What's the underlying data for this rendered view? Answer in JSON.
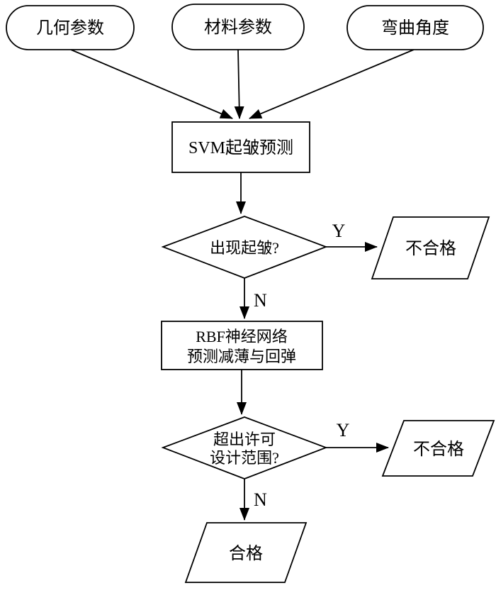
{
  "diagram": {
    "inputs": {
      "geometry": "几何参数",
      "material": "材料参数",
      "bend_angle": "弯曲角度"
    },
    "process": {
      "svm": "SVM起皱预测",
      "rbf_line1": "RBF神经网络",
      "rbf_line2": "预测减薄与回弹"
    },
    "decisions": {
      "wrinkle": "出现起皱?",
      "range_line1": "超出许可",
      "range_line2": "设计范围?"
    },
    "outputs": {
      "unqualified1": "不合格",
      "unqualified2": "不合格",
      "qualified": "合格"
    },
    "edge_labels": {
      "yes1": "Y",
      "no1": "N",
      "yes2": "Y",
      "no2": "N"
    },
    "colors": {
      "stroke": "#000000",
      "shape_fill": "#ffffff",
      "background": "#ffffff",
      "text": "#000000"
    }
  }
}
